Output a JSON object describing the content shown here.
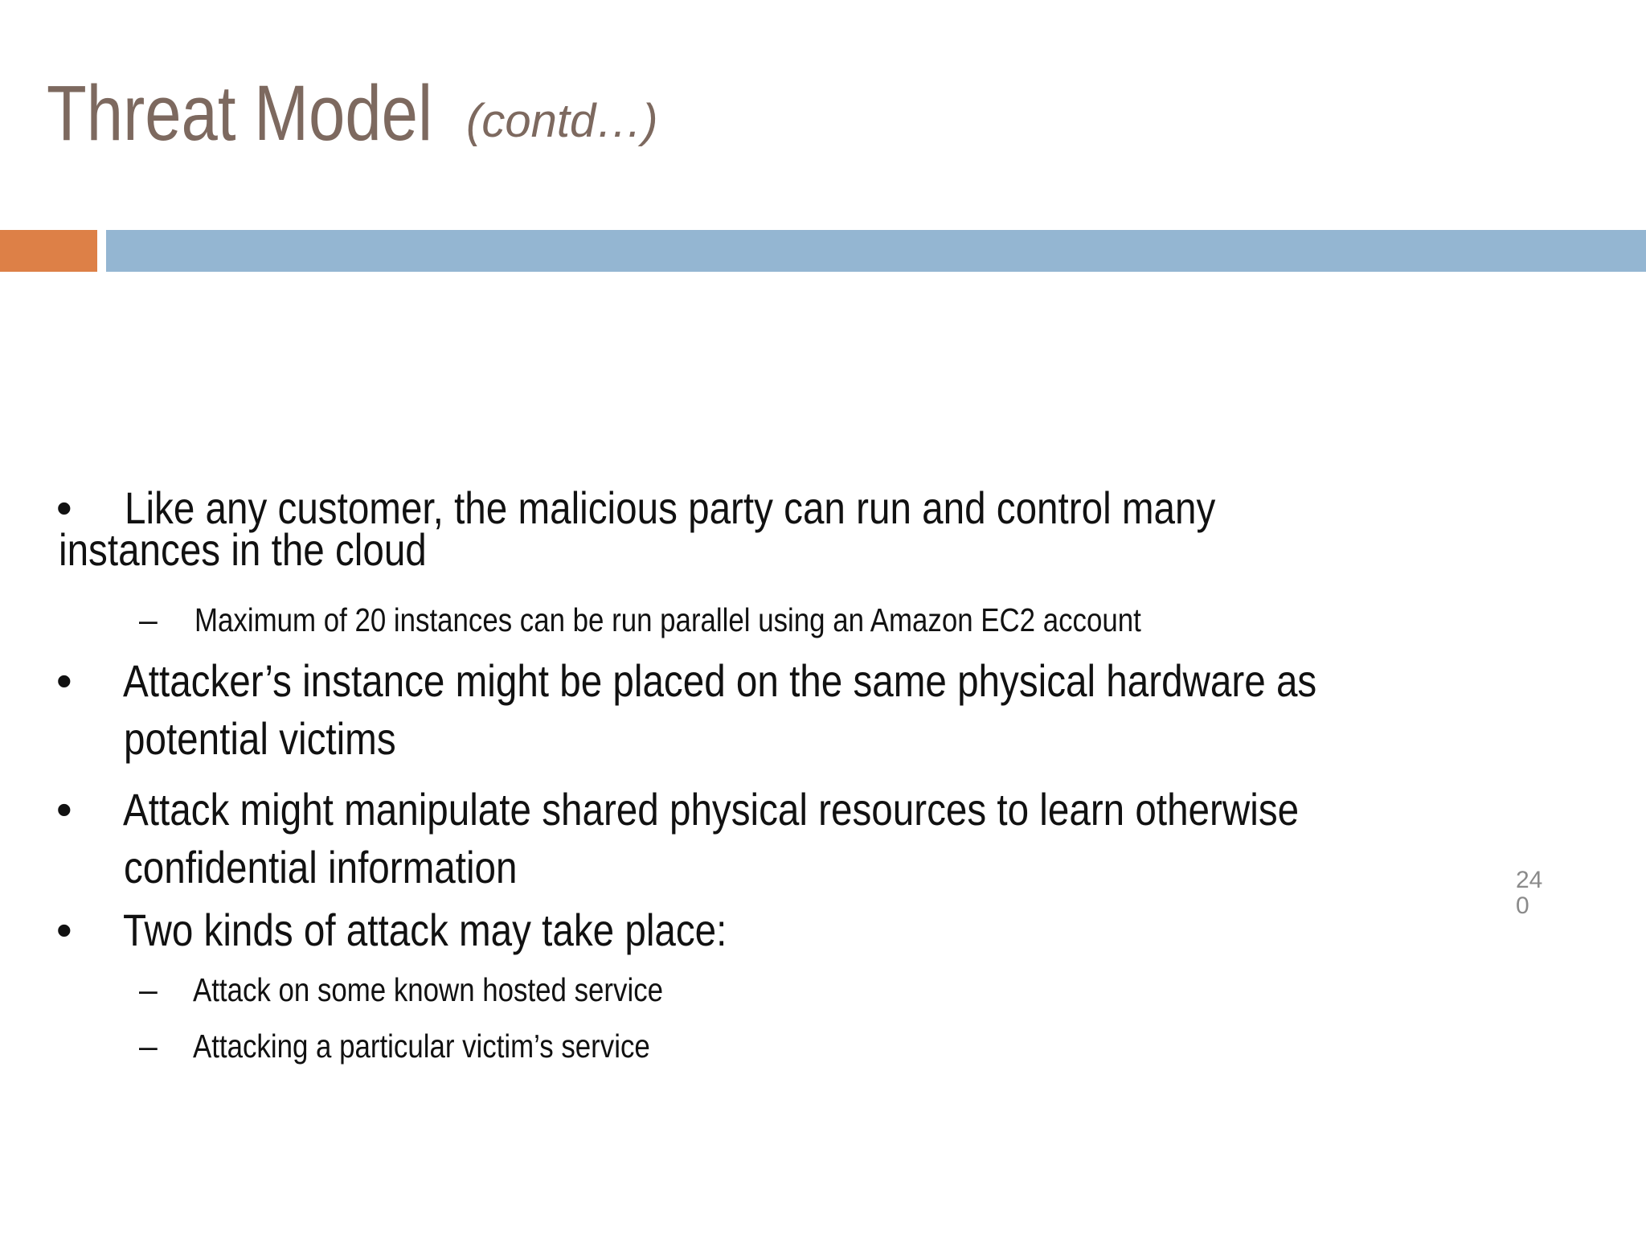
{
  "slide": {
    "title": "Threat Model",
    "title_suffix": "(contd…)",
    "page_number": "240",
    "colors": {
      "title": "#7d695f",
      "orange": "#dd8047",
      "blue": "#94b6d2",
      "body": "#111111",
      "pagenum": "#8a8a8a",
      "bg": "#ffffff"
    },
    "bullets": [
      {
        "level": 1,
        "marker": "•",
        "lines": [
          "Like any customer, the malicious party can run and control many",
          "instances in the cloud"
        ]
      },
      {
        "level": 2,
        "marker": "–",
        "lines": [
          "Maximum of 20 instances can be run parallel using an Amazon EC2 account"
        ]
      },
      {
        "level": 1,
        "marker": "•",
        "lines": [
          "Attacker’s instance might be placed on the same physical hardware as",
          "potential victims"
        ]
      },
      {
        "level": 1,
        "marker": "•",
        "lines": [
          "Attack might manipulate shared physical resources to learn otherwise",
          "confidential information"
        ]
      },
      {
        "level": 1,
        "marker": "•",
        "lines": [
          "Two kinds of attack may take place:"
        ]
      },
      {
        "level": 2,
        "marker": "–",
        "lines": [
          "Attack on some known hosted service"
        ]
      },
      {
        "level": 2,
        "marker": "–",
        "lines": [
          "Attacking a particular victim’s service"
        ]
      }
    ]
  }
}
